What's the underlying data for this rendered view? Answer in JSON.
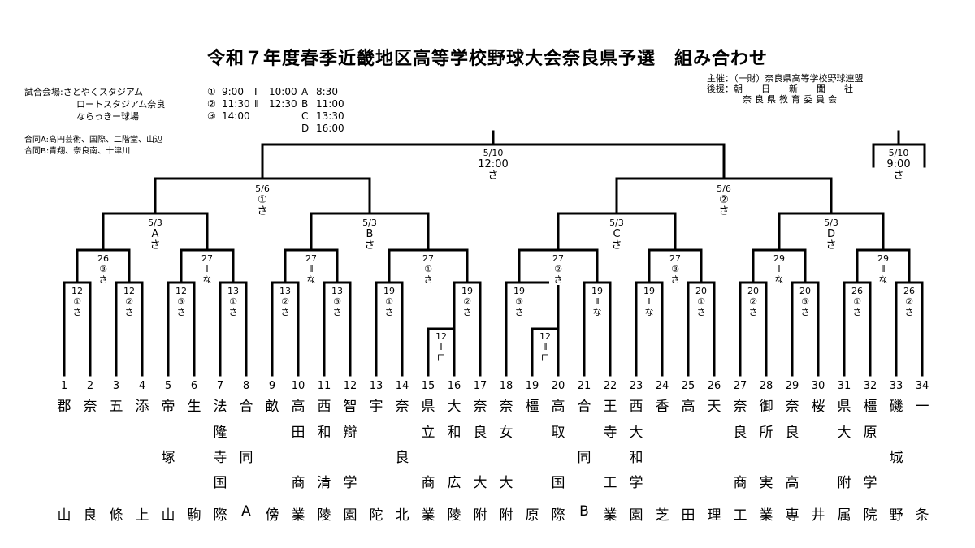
{
  "title": "令和７年度春季近畿地区高等学校野球大会奈良県予選　組み合わせ",
  "venues": {
    "label": "試合会場:",
    "list": [
      "さとやくスタジアム",
      "ロートスタジアム奈良",
      "ならっきー球場"
    ]
  },
  "times": [
    [
      "①",
      "9:00",
      "Ⅰ",
      "10:00",
      "A",
      "8:30"
    ],
    [
      "②",
      "11:30",
      "Ⅱ",
      "12:30",
      "B",
      "11:00"
    ],
    [
      "③",
      "14:00",
      "",
      "",
      "C",
      "13:30"
    ],
    [
      "",
      "",
      "",
      "",
      "D",
      "16:00"
    ]
  ],
  "joint": [
    "合同A:高円芸術、国際、二階堂、山辺",
    "合同B:青翔、奈良南、十津川"
  ],
  "sponsors": {
    "host_label": "主催：",
    "host": "（一財）奈良県高等学校野球連盟",
    "support_label": "後援：",
    "support": [
      "朝　日　新　聞　社",
      "奈良県教育委員会"
    ]
  },
  "matches": [
    {
      "d": "12",
      "s": "①",
      "v": "さ"
    },
    {
      "d": "12",
      "s": "②",
      "v": "さ"
    },
    {
      "d": "12",
      "s": "③",
      "v": "さ"
    },
    {
      "d": "13",
      "s": "①",
      "v": "さ"
    },
    {
      "d": "13",
      "s": "②",
      "v": "さ"
    },
    {
      "d": "13",
      "s": "③",
      "v": "さ"
    },
    {
      "d": "19",
      "s": "①",
      "v": "さ"
    },
    {
      "d": "19",
      "s": "②",
      "v": "さ"
    },
    {
      "d": "12",
      "s": "Ⅰ",
      "v": "ロ"
    },
    {
      "d": "19",
      "s": "③",
      "v": "さ"
    },
    {
      "d": "12",
      "s": "Ⅱ",
      "v": "ロ"
    },
    {
      "d": "19",
      "s": "Ⅱ",
      "v": "な"
    },
    {
      "d": "19",
      "s": "Ⅰ",
      "v": "な"
    },
    {
      "d": "20",
      "s": "①",
      "v": "さ"
    },
    {
      "d": "20",
      "s": "②",
      "v": "さ"
    },
    {
      "d": "20",
      "s": "③",
      "v": "さ"
    },
    {
      "d": "26",
      "s": "①",
      "v": "さ"
    },
    {
      "d": "26",
      "s": "②",
      "v": "さ"
    },
    {
      "d": "26",
      "s": "③",
      "v": "さ"
    },
    {
      "d": "27",
      "s": "Ⅰ",
      "v": "な"
    },
    {
      "d": "27",
      "s": "Ⅱ",
      "v": "な"
    },
    {
      "d": "27",
      "s": "①",
      "v": "さ"
    },
    {
      "d": "27",
      "s": "②",
      "v": "さ"
    },
    {
      "d": "27",
      "s": "③",
      "v": "さ"
    },
    {
      "d": "29",
      "s": "Ⅰ",
      "v": "な"
    },
    {
      "d": "29",
      "s": "Ⅱ",
      "v": "な"
    },
    {
      "d": "5/3",
      "s": "A",
      "v": "さ"
    },
    {
      "d": "5/3",
      "s": "B",
      "v": "さ"
    },
    {
      "d": "5/3",
      "s": "C",
      "v": "さ"
    },
    {
      "d": "5/3",
      "s": "D",
      "v": "さ"
    },
    {
      "d": "5/6",
      "s": "①",
      "v": "さ"
    },
    {
      "d": "5/6",
      "s": "②",
      "v": "さ"
    },
    {
      "d": "5/10",
      "s": "12:00",
      "v": "さ"
    },
    {
      "d": "5/10",
      "s": "9:00",
      "v": "さ"
    }
  ],
  "teams": [
    {
      "n": "1",
      "top": "郡",
      "mid": [
        "",
        "",
        "",
        ""
      ],
      "bot": "山"
    },
    {
      "n": "2",
      "top": "奈",
      "mid": [
        "",
        "",
        "",
        ""
      ],
      "bot": "良"
    },
    {
      "n": "3",
      "top": "五",
      "mid": [
        "",
        "",
        "",
        ""
      ],
      "bot": "條"
    },
    {
      "n": "4",
      "top": "添",
      "mid": [
        "",
        "",
        "",
        ""
      ],
      "bot": "上"
    },
    {
      "n": "5",
      "top": "帝",
      "mid": [
        "",
        "塚",
        "",
        ""
      ],
      "bot": "山"
    },
    {
      "n": "6",
      "top": "生",
      "mid": [
        "",
        "",
        "",
        ""
      ],
      "bot": "駒"
    },
    {
      "n": "7",
      "top": "法",
      "mid": [
        "隆",
        "寺",
        "国",
        ""
      ],
      "bot": "際"
    },
    {
      "n": "8",
      "top": "合",
      "mid": [
        "",
        "同",
        "",
        ""
      ],
      "bot": "A"
    },
    {
      "n": "9",
      "top": "畝",
      "mid": [
        "",
        "",
        "",
        ""
      ],
      "bot": "傍"
    },
    {
      "n": "10",
      "top": "高",
      "mid": [
        "田",
        "",
        "商",
        ""
      ],
      "bot": "業"
    },
    {
      "n": "11",
      "top": "西",
      "mid": [
        "和",
        "",
        "清",
        ""
      ],
      "bot": "陵"
    },
    {
      "n": "12",
      "top": "智",
      "mid": [
        "辯",
        "",
        "学",
        ""
      ],
      "bot": "園"
    },
    {
      "n": "13",
      "top": "宇",
      "mid": [
        "",
        "",
        "",
        ""
      ],
      "bot": "陀"
    },
    {
      "n": "14",
      "top": "奈",
      "mid": [
        "",
        "良",
        "",
        ""
      ],
      "bot": "北"
    },
    {
      "n": "15",
      "top": "県",
      "mid": [
        "立",
        "",
        "商",
        ""
      ],
      "bot": "業"
    },
    {
      "n": "16",
      "top": "大",
      "mid": [
        "和",
        "",
        "広",
        ""
      ],
      "bot": "陵"
    },
    {
      "n": "17",
      "top": "奈",
      "mid": [
        "良",
        "",
        "大",
        ""
      ],
      "bot": "附"
    },
    {
      "n": "18",
      "top": "奈",
      "mid": [
        "女",
        "",
        "大",
        ""
      ],
      "bot": "附"
    },
    {
      "n": "19",
      "top": "橿",
      "mid": [
        "",
        "",
        "",
        ""
      ],
      "bot": "原"
    },
    {
      "n": "20",
      "top": "高",
      "mid": [
        "取",
        "",
        "国",
        ""
      ],
      "bot": "際"
    },
    {
      "n": "21",
      "top": "合",
      "mid": [
        "",
        "同",
        "",
        ""
      ],
      "bot": "B"
    },
    {
      "n": "22",
      "top": "王",
      "mid": [
        "寺",
        "",
        "工",
        ""
      ],
      "bot": "業"
    },
    {
      "n": "23",
      "top": "西",
      "mid": [
        "大",
        "和",
        "学",
        ""
      ],
      "bot": "園"
    },
    {
      "n": "24",
      "top": "香",
      "mid": [
        "",
        "",
        "",
        ""
      ],
      "bot": "芝"
    },
    {
      "n": "25",
      "top": "高",
      "mid": [
        "",
        "",
        "",
        ""
      ],
      "bot": "田"
    },
    {
      "n": "26",
      "top": "天",
      "mid": [
        "",
        "",
        "",
        ""
      ],
      "bot": "理"
    },
    {
      "n": "27",
      "top": "奈",
      "mid": [
        "良",
        "",
        "商",
        ""
      ],
      "bot": "工"
    },
    {
      "n": "28",
      "top": "御",
      "mid": [
        "所",
        "",
        "実",
        ""
      ],
      "bot": "業"
    },
    {
      "n": "29",
      "top": "奈",
      "mid": [
        "良",
        "",
        "高",
        ""
      ],
      "bot": "専"
    },
    {
      "n": "30",
      "top": "桜",
      "mid": [
        "",
        "",
        "",
        ""
      ],
      "bot": "井"
    },
    {
      "n": "31",
      "top": "県",
      "mid": [
        "大",
        "",
        "附",
        ""
      ],
      "bot": "属"
    },
    {
      "n": "32",
      "top": "橿",
      "mid": [
        "原",
        "",
        "学",
        ""
      ],
      "bot": "院"
    },
    {
      "n": "33",
      "top": "磯",
      "mid": [
        "",
        "城",
        "",
        ""
      ],
      "bot": "野"
    },
    {
      "n": "34",
      "top": "一",
      "mid": [
        "",
        "",
        "",
        ""
      ],
      "bot": "条"
    }
  ]
}
